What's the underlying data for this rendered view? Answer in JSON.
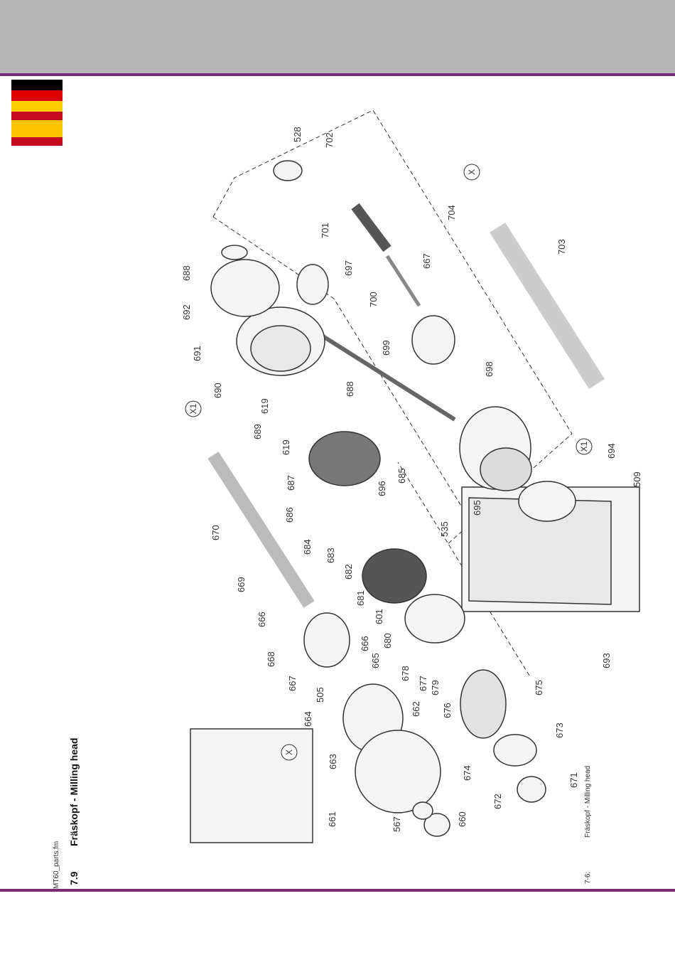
{
  "header": {
    "flags": [
      {
        "name": "german-flag",
        "colors": [
          "#000000",
          "#dd0000",
          "#ffce00"
        ]
      },
      {
        "name": "spanish-flag",
        "colors": [
          "#c60b1e",
          "#ffc400",
          "#c60b1e"
        ]
      }
    ]
  },
  "side": {
    "filename": "MT60_parts.fm",
    "section_number": "7.9",
    "section_title": "Fräskopf - Milling head"
  },
  "figure": {
    "caption_number": "7-6:",
    "caption_text": "Fräskopf - Milling head",
    "part_labels": [
      "528",
      "702",
      "701",
      "697",
      "688",
      "692",
      "691",
      "690",
      "667",
      "700",
      "699",
      "698",
      "704",
      "703",
      "X",
      "X1",
      "619",
      "689",
      "688",
      "619",
      "687",
      "685",
      "686",
      "684",
      "683",
      "682",
      "681",
      "601",
      "680",
      "670",
      "669",
      "666",
      "668",
      "666",
      "665",
      "667",
      "664",
      "505",
      "662",
      "678",
      "677",
      "679",
      "676",
      "675",
      "673",
      "674",
      "672",
      "671",
      "663",
      "661",
      "567",
      "660",
      "535",
      "693",
      "695",
      "696",
      "694",
      "509",
      "X1",
      "X"
    ]
  }
}
